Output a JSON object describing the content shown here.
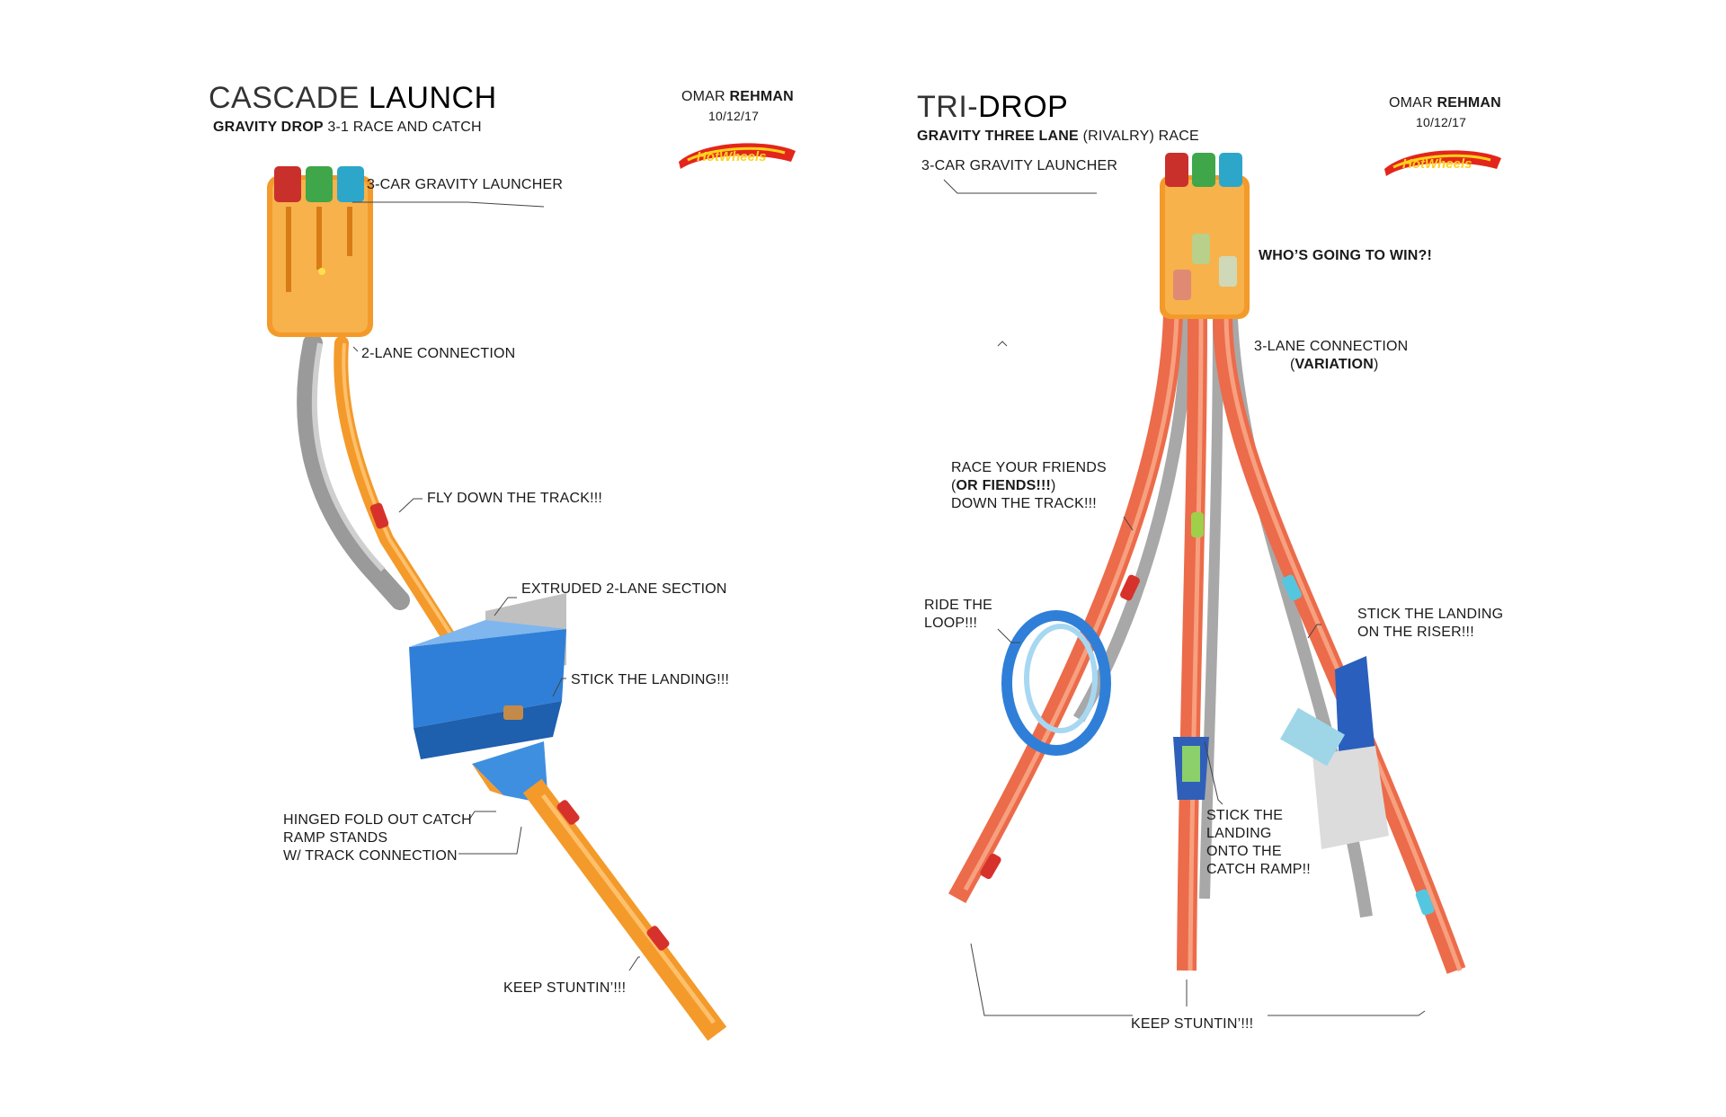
{
  "accent_colors": {
    "orange_track": "#f39a2b",
    "orange_dark": "#d87b16",
    "red_track": "#ec6b4a",
    "blue_piece": "#2f7fd8",
    "grey_track": "#9a9a9a",
    "logo_red": "#e3261c",
    "logo_yellow": "#ffd21a"
  },
  "left": {
    "title_part1": "CASCADE ",
    "title_part2": "LAUNCH",
    "subtitle_bold": "GRAVITY DROP",
    "subtitle_rest": " 3-1 RACE AND CATCH",
    "author_first": "OMAR ",
    "author_last": "REHMAN",
    "date": "10/12/17",
    "logo_text": "HotWheels",
    "callouts": {
      "launcher": "3-CAR GRAVITY LAUNCHER",
      "connection": "2-LANE CONNECTION",
      "fly": "FLY DOWN THE TRACK!!!",
      "extruded": "EXTRUDED 2-LANE SECTION",
      "landing": "STICK THE LANDING!!!",
      "hinged_1": "HINGED FOLD OUT CATCH",
      "hinged_2": "RAMP STANDS",
      "hinged_3": "W/ TRACK CONNECTION",
      "keep": "KEEP STUNTIN’!!!"
    }
  },
  "right": {
    "title_part1": "TRI-",
    "title_part2": "DROP",
    "subtitle_bold": "GRAVITY THREE LANE",
    "subtitle_rest": "  (RIVALRY) RACE",
    "author_first": "OMAR ",
    "author_last": "REHMAN",
    "date": "10/12/17",
    "logo_text": "HotWheels",
    "callouts": {
      "launcher": "3-CAR GRAVITY LAUNCHER",
      "who": "WHO’S GOING TO WIN?!",
      "connection_1": "3-LANE CONNECTION",
      "connection_2": "VARIATION",
      "race_1": "RACE YOUR FRIENDS",
      "race_2": "OR FIENDS!!!",
      "race_3": "DOWN THE TRACK!!!",
      "loop_1": "RIDE THE",
      "loop_2": "LOOP!!!",
      "riser_1": "STICK THE LANDING",
      "riser_2": "ON THE RISER!!!",
      "catch_1": "STICK THE",
      "catch_2": "LANDING",
      "catch_3": "ONTO THE",
      "catch_4": "CATCH RAMP!!",
      "keep": "KEEP STUNTIN’!!!"
    }
  }
}
